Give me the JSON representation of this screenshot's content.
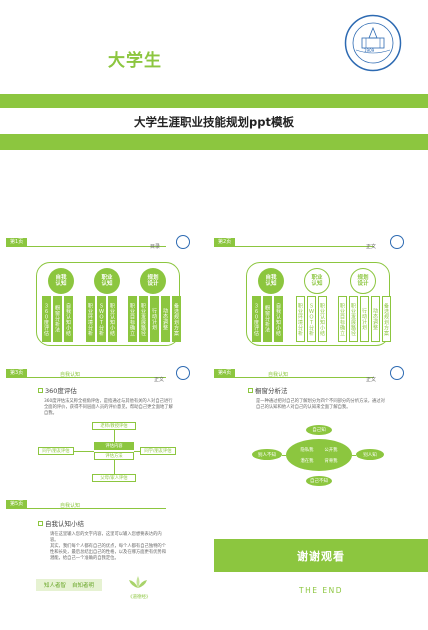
{
  "header": {
    "title": "大学生",
    "banner_title": "大学生涯职业技能规划ppt模板",
    "logo_year": "1909"
  },
  "slides": [
    {
      "tag": "第1页",
      "head": "目录",
      "circles": [
        "自我\n认知",
        "职业\n认知",
        "规划\n设计"
      ],
      "columns": [
        "３６０度评估",
        "橱窗分析法",
        "自我认知小结",
        "职业环境分析",
        "ＳＷＯＴ分析",
        "职业认知小结",
        "职业目标确立",
        "职业发展路径",
        "行动计划",
        "动态调整",
        "备选规划方案"
      ]
    },
    {
      "tag": "第2页",
      "head": "正文",
      "circles": [
        "自我\n认知",
        "职业\n认知",
        "规划\n设计"
      ],
      "columns": [
        "３６０度评估",
        "橱窗分析法",
        "自我认知小结",
        "职业环境分析",
        "ＳＷＯＴ分析",
        "职业认知小结",
        "职业目标确立",
        "职业发展路径",
        "行动计划",
        "动态调整",
        "备选规划方案"
      ]
    },
    {
      "tag": "第3页",
      "head": "自我认知",
      "head_right": "正文",
      "section": "360度评估",
      "text": "360度评估法又称全视角评估，是指通过与其他有关的人对自己进行全面的评价，获得不同层面人员的评价意见，帮助自己更全面地了解自我。",
      "boxes": {
        "top": "老师/教授评估",
        "left": "同学/朋友评估",
        "right": "同学/朋友评估",
        "bottom": "父母/家人评估",
        "center_top": "评估内容",
        "center_bottom": "评估方法"
      }
    },
    {
      "tag": "第4页",
      "head": "自我认知",
      "head_right": "正文",
      "section": "橱窗分析法",
      "text": "是一种通过把对自己的了解划分为四个不同部分的分析方法，通过对自己的认知和他人对自己的认知来全面了解自我。",
      "nodes": {
        "top": "自己知",
        "left": "别人不知",
        "right": "别人知",
        "bottom": "自己不知",
        "c1": "隐私我",
        "c2": "公开我",
        "c3": "潜在我",
        "c4": "背脊我"
      }
    },
    {
      "tag": "第5页",
      "head": "自我认知",
      "section": "自我认知小结",
      "text1": "请在这里输入您的文字内容，这里可以输入您想要表达的内容。",
      "text2": "其实，我们每个人都有自己的优点，每个人都有自己独特的个性和长处，最后总结出自己的性格，以及在哪方面更有优势和潜能，给自己一个准确的自我定位。",
      "tags": [
        "知人者智",
        "自知者明"
      ],
      "caption": "《道德经》"
    }
  ],
  "thanks": "谢谢观看",
  "end": "THE END"
}
